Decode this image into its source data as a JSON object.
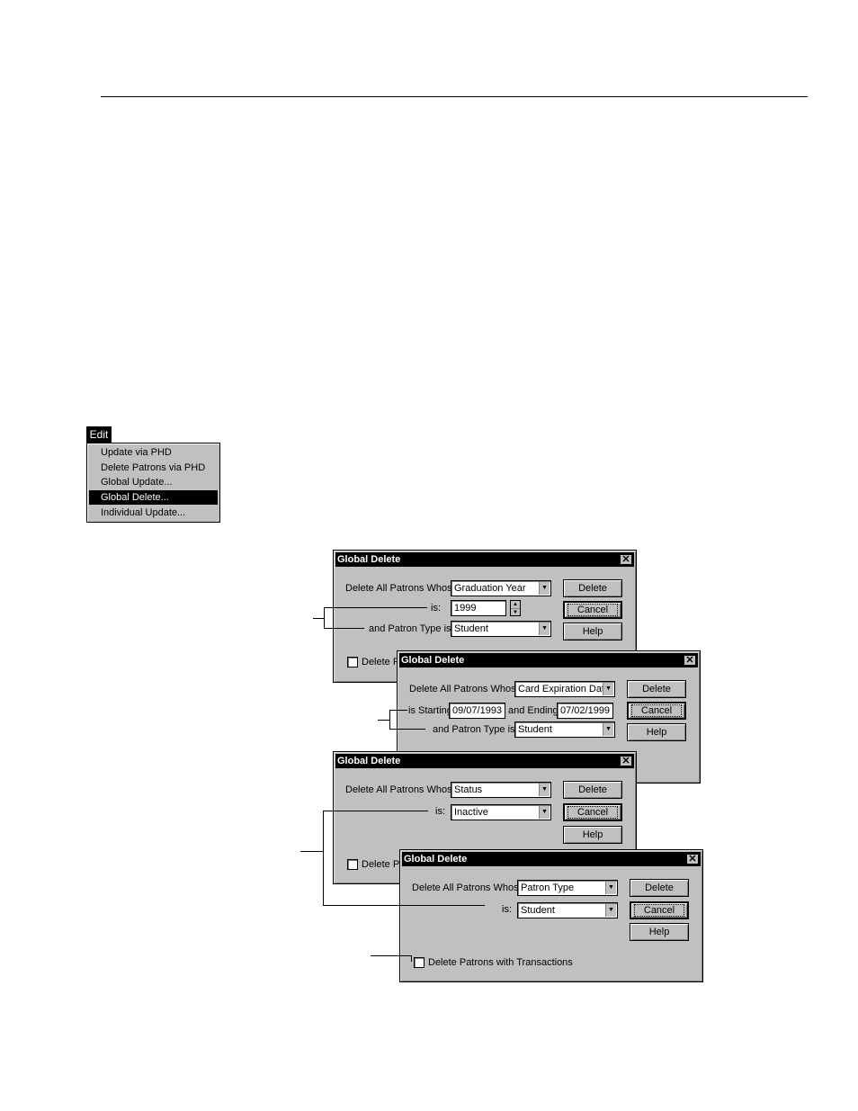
{
  "menu": {
    "title": "Edit",
    "items": [
      {
        "label": "Update via PHD"
      },
      {
        "label": "Delete Patrons via PHD"
      },
      {
        "label": "Global Update..."
      },
      {
        "label": "Global Delete...",
        "selected": true
      },
      {
        "label": "Individual Update..."
      }
    ]
  },
  "dialogs": [
    {
      "title": "Global Delete",
      "close": "✕",
      "row1_label": "Delete All Patrons Whose",
      "row1_value": "Graduation Year",
      "row2_label": "is:",
      "row2_value": "1999",
      "row3_label": "and Patron Type is:",
      "row3_value": "Student",
      "checkbox_label": "Delete P",
      "buttons": [
        "Delete",
        "Cancel",
        "Help"
      ]
    },
    {
      "title": "Global Delete",
      "close": "✕",
      "row1_label": "Delete All Patrons Whose",
      "row1_value": "Card Expiration Date",
      "start_label": "is Starting",
      "start_value": "09/07/1993",
      "end_label": "and Ending",
      "end_value": "07/02/1999",
      "row3_label": "and Patron Type is:",
      "row3_value": "Student",
      "buttons": [
        "Delete",
        "Cancel",
        "Help"
      ]
    },
    {
      "title": "Global Delete",
      "close": "✕",
      "row1_label": "Delete All Patrons Whose",
      "row1_value": "Status",
      "row2_label": "is:",
      "row2_value": "Inactive",
      "checkbox_label": "Delete Pa",
      "buttons": [
        "Delete",
        "Cancel",
        "Help"
      ]
    },
    {
      "title": "Global Delete",
      "close": "✕",
      "row1_label": "Delete All Patrons Whose",
      "row1_value": "Patron Type",
      "row2_label": "is:",
      "row2_value": "Student",
      "checkbox_label": "Delete Patrons with Transactions",
      "buttons": [
        "Delete",
        "Cancel",
        "Help"
      ]
    }
  ]
}
